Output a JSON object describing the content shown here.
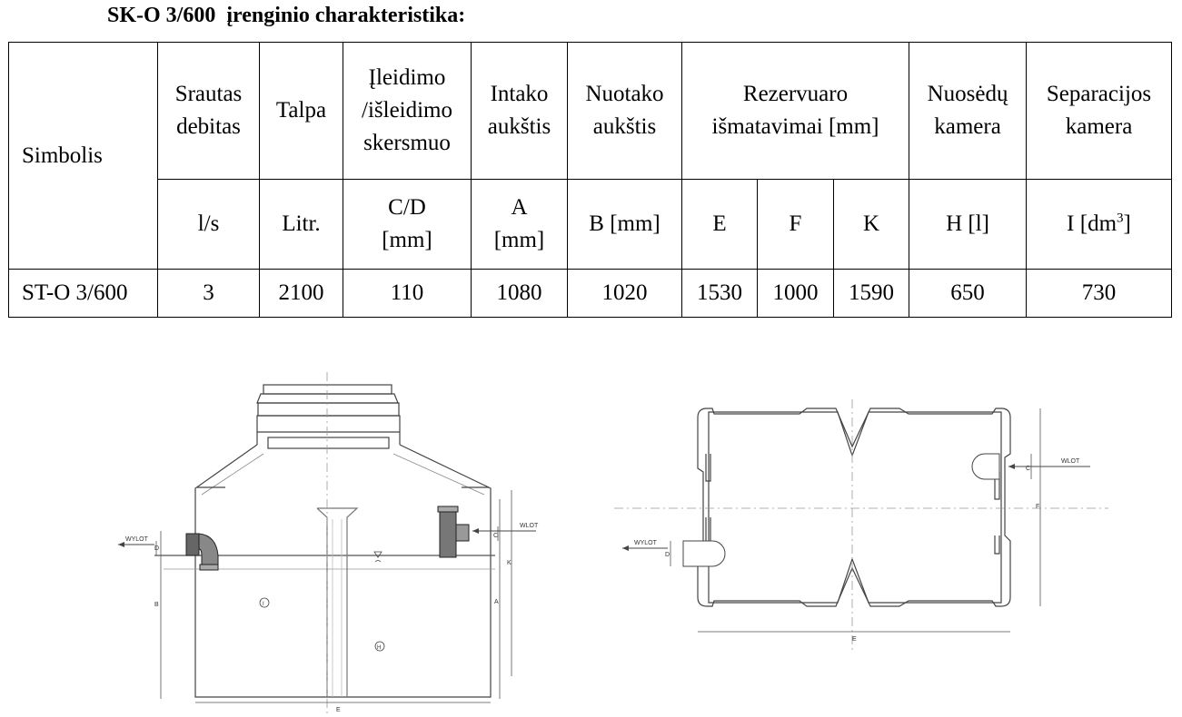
{
  "title": "SK-O 3/600  įrenginio charakteristika:",
  "table": {
    "symbol_header": "Simbolis",
    "headers": {
      "flow": [
        "Srautas",
        "debitas"
      ],
      "capacity": "Talpa",
      "diameter": [
        "Įleidimo",
        "/išleidimo",
        "skersmuo"
      ],
      "inlet_height": [
        "Intako",
        "aukštis"
      ],
      "outlet_height": [
        "Nuotako",
        "aukštis"
      ],
      "tank_dims": [
        "Rezervuaro",
        "išmatavimai [mm]"
      ],
      "sludge": [
        "Nuosėdų",
        "kamera"
      ],
      "separation": [
        "Separacijos",
        "kamera"
      ]
    },
    "units": {
      "flow": "l/s",
      "capacity": "Litr.",
      "diameter": [
        "C/D",
        "[mm]"
      ],
      "inlet_height": [
        "A",
        "[mm]"
      ],
      "outlet_height": "B [mm]",
      "e": "E",
      "f": "F",
      "k": "K",
      "sludge": "H [l]",
      "separation": "I [dm",
      "separation_sup": "3",
      "separation_end": "]"
    },
    "row": {
      "symbol": "ST-O 3/600",
      "flow": "3",
      "capacity": "2100",
      "diameter": "110",
      "inlet_height": "1080",
      "outlet_height": "1020",
      "e": "1530",
      "f": "1000",
      "k": "1590",
      "sludge": "650",
      "separation": "730"
    }
  },
  "drawings": {
    "side": {
      "outlet_label": "WYLOT",
      "inlet_label": "WLOT",
      "dim_d": "D",
      "dim_c": "C",
      "dim_b": "B",
      "dim_a": "A",
      "dim_k": "K",
      "dim_e": "E",
      "marker_i": "I",
      "marker_h": "H"
    },
    "top": {
      "outlet_label": "WYLOT",
      "inlet_label": "WLOT",
      "dim_d": "D",
      "dim_c": "C",
      "dim_f": "F",
      "dim_e": "E"
    }
  }
}
